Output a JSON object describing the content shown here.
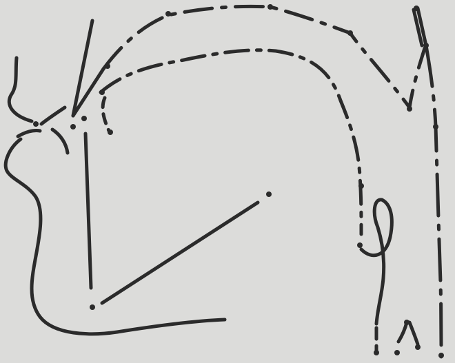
{
  "figure": {
    "kind": "anatomical-line-drawing",
    "subject": "head-profile-facing-left",
    "colors": {
      "background": "#dcdcda",
      "ink": "#2b2b2b"
    },
    "lines": [
      {
        "name": "forehead-contour",
        "style": "solid"
      },
      {
        "name": "nose-left-arc",
        "style": "solid"
      },
      {
        "name": "nose-right-arc",
        "style": "solid"
      },
      {
        "name": "lip-chin-contour",
        "style": "solid"
      },
      {
        "name": "vertical-facial-line",
        "style": "solid"
      },
      {
        "name": "diagonal-jaw-line",
        "style": "solid"
      },
      {
        "name": "nasal-ray-line",
        "style": "solid"
      },
      {
        "name": "outer-skull-arc",
        "style": "dash-dot"
      },
      {
        "name": "inner-skull-arc",
        "style": "dash-dot"
      },
      {
        "name": "brow-short-arc",
        "style": "dash"
      },
      {
        "name": "back-of-head-double-line",
        "style": "solid"
      },
      {
        "name": "posterior-vertical-line",
        "style": "dash-dot"
      },
      {
        "name": "ear-outline",
        "style": "solid"
      },
      {
        "name": "ear-lobe-line",
        "style": "dash"
      },
      {
        "name": "neck-marks",
        "style": "dash"
      }
    ]
  }
}
